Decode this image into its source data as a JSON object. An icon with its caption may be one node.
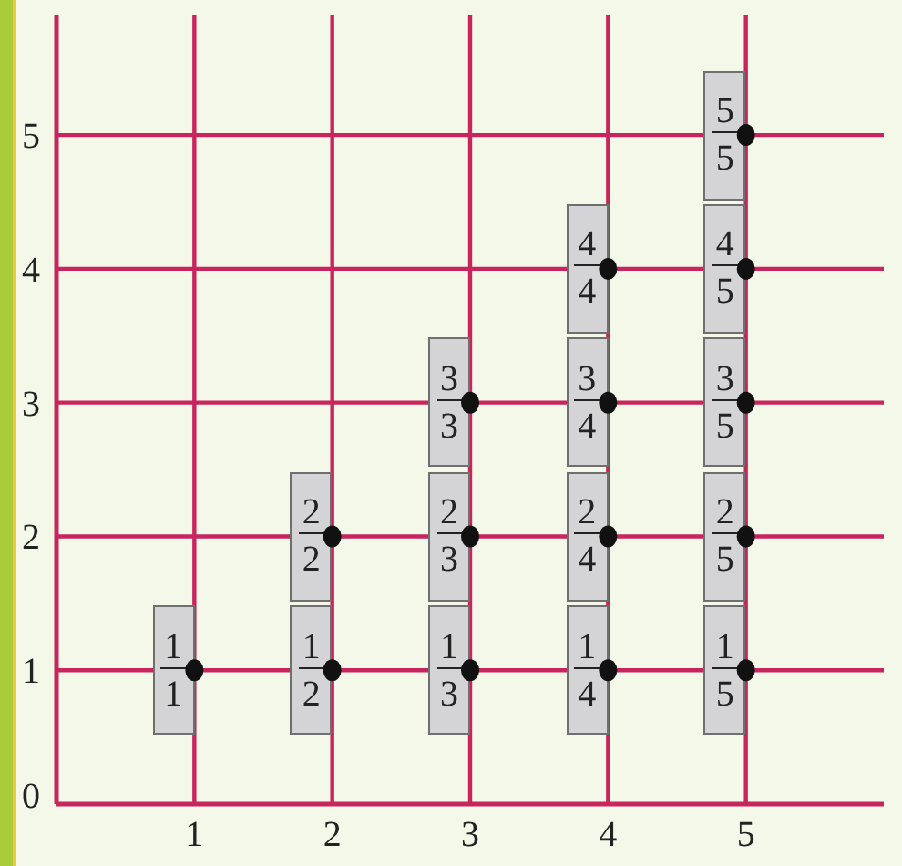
{
  "diagram": {
    "nodes": [
      {
        "text": [
          "1",
          "1"
        ]
      },
      {
        "text": [
          "1",
          "2"
        ]
      },
      {
        "text": [
          "2",
          "2"
        ]
      },
      {
        "text": [
          "1",
          "3"
        ]
      },
      {
        "text": [
          "2",
          "3"
        ]
      },
      {
        "text": [
          "3",
          "3"
        ]
      },
      {
        "text": [
          "1",
          "4"
        ]
      },
      {
        "text": [
          "2",
          "4"
        ]
      },
      {
        "text": [
          "3",
          "4"
        ]
      },
      {
        "text": [
          "4",
          "4"
        ]
      },
      {
        "text": [
          "1",
          "5"
        ]
      },
      {
        "text": [
          "2",
          "5"
        ]
      },
      {
        "text": [
          "3",
          "5"
        ]
      },
      {
        "text": [
          "4",
          "5"
        ]
      },
      {
        "text": [
          "5",
          "5"
        ]
      }
    ],
    "chart_data": {
      "type": "scatter",
      "x": [
        1,
        2,
        2,
        3,
        3,
        3,
        4,
        4,
        4,
        4,
        5,
        5,
        5,
        5,
        5
      ],
      "series": [
        {
          "color": "#111111",
          "values": [
            1,
            1,
            2,
            1,
            2,
            3,
            1,
            2,
            3,
            4,
            1,
            2,
            3,
            4,
            5
          ]
        }
      ],
      "xlim": [
        0,
        6
      ],
      "ylim": [
        0,
        5.9
      ],
      "grid": true,
      "xticks": [
        1,
        2,
        3,
        4,
        5
      ],
      "yticks": [
        0,
        1,
        2,
        3,
        4,
        5
      ]
    }
  }
}
